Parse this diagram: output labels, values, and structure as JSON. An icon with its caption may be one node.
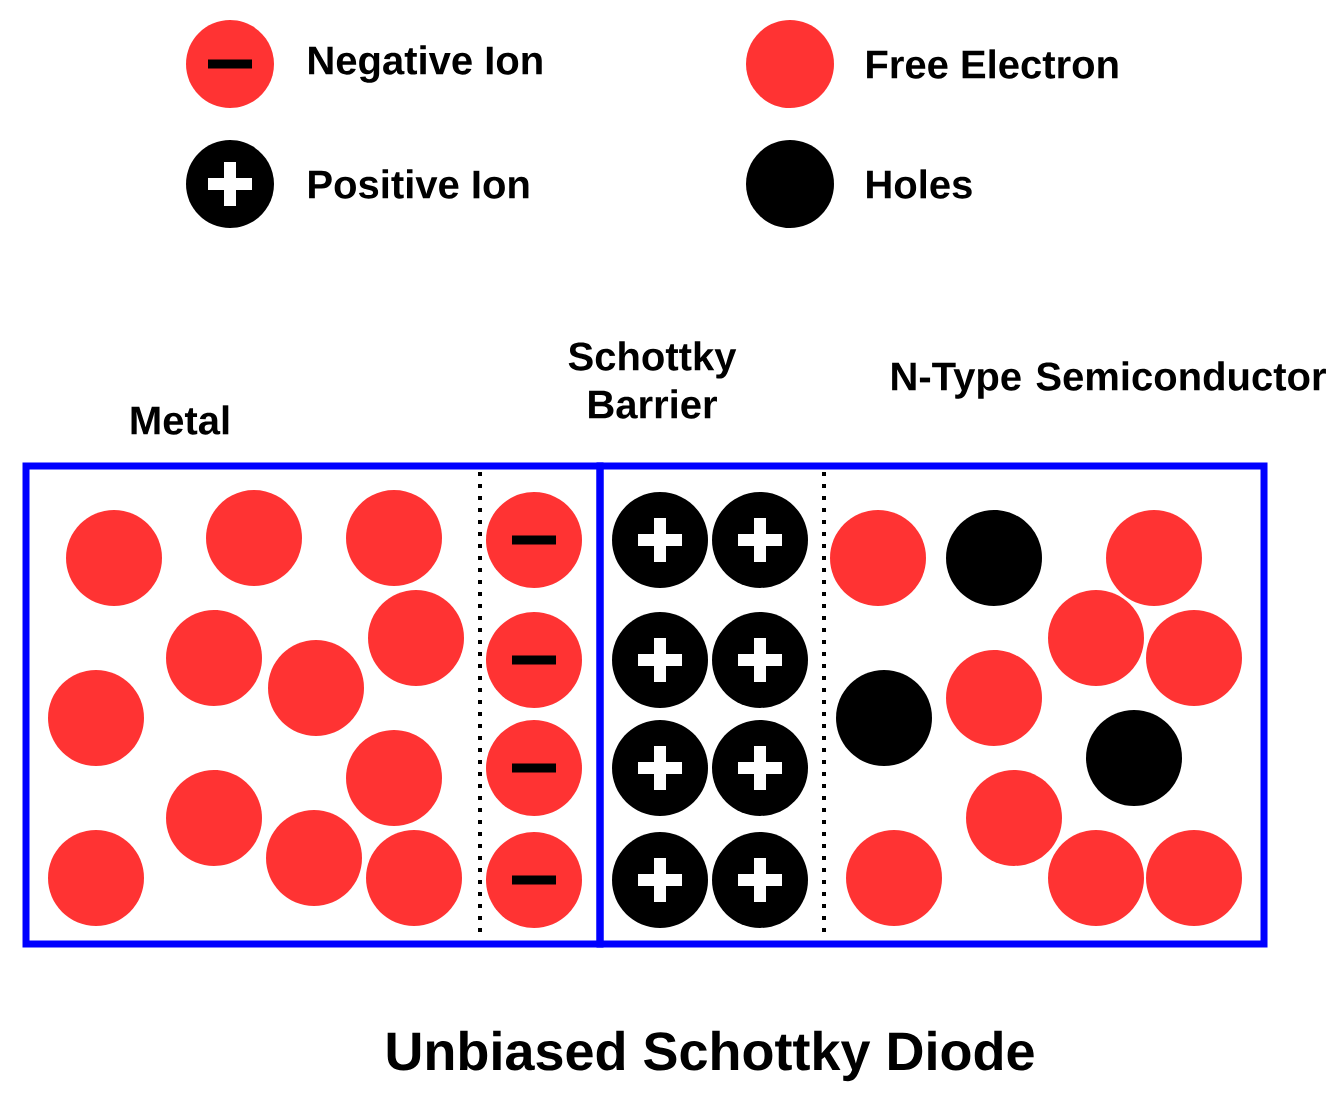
{
  "diagram": {
    "caption": "Unbiased Schottky Diode",
    "nodes": [
      {
        "text": [
          "Metal"
        ]
      },
      {
        "text": [
          "N-Type Semiconductor"
        ]
      }
    ],
    "labels": [
      "Schottky Barrier"
    ],
    "legend": [
      {
        "text": "Negative Ion"
      },
      {
        "text": "Free Electron",
        "color": "#ff3333"
      },
      {
        "text": "Positive Ion"
      },
      {
        "text": "Holes",
        "color": "#000000"
      }
    ]
  }
}
